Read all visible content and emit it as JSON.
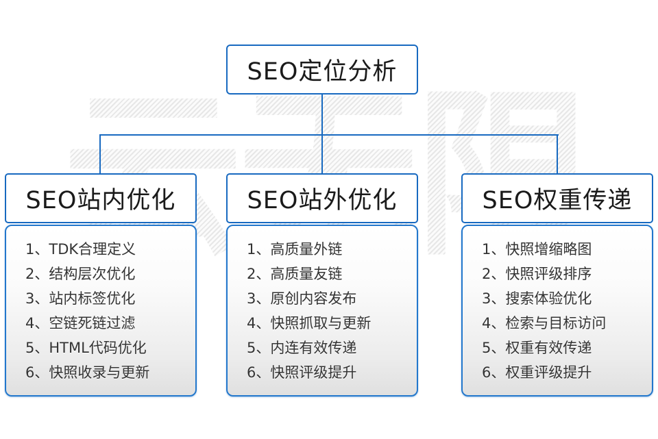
{
  "diagram": {
    "root_label": "SEO定位分析",
    "watermark": "云无限",
    "colors": {
      "line_blue": "#1769c0",
      "header_text": "#1a1a1a",
      "item_text": "#333333",
      "watermark_gray": "#ececec"
    },
    "columns": [
      {
        "header": "SEO站内优化",
        "items": [
          "1、TDK合理定义",
          "2、结构层次优化",
          "3、站内标签优化",
          "4、空链死链过滤",
          "5、HTML代码优化",
          "6、快照收录与更新"
        ]
      },
      {
        "header": "SEO站外优化",
        "items": [
          "1、高质量外链",
          "2、高质量友链",
          "3、原创内容发布",
          "4、快照抓取与更新",
          "5、内连有效传递",
          "6、快照评级提升"
        ]
      },
      {
        "header": "SEO权重传递",
        "items": [
          "1、快照增缩略图",
          "2、快照评级排序",
          "3、搜索体验优化",
          "4、检索与目标访问",
          "5、权重有效传递",
          "6、权重评级提升"
        ]
      }
    ]
  }
}
